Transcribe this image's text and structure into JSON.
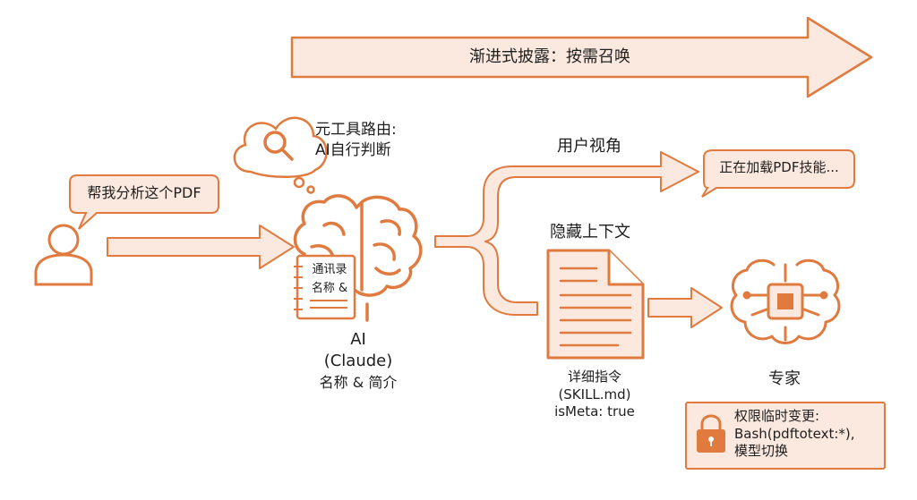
{
  "theme": {
    "accent": "#e07a3f",
    "fill": "#fbe9df",
    "text": "#1e1e1e"
  },
  "banner": {
    "text": "渐进式披露：按需召唤"
  },
  "user": {
    "icon": "user-icon",
    "message": "帮我分析这个PDF"
  },
  "thought": {
    "icon": "magnifier-icon",
    "line1": "元工具路由:",
    "line2": "AI自行判断"
  },
  "ai": {
    "icon": "brain-icon",
    "notebook": {
      "icon": "notebook-icon",
      "line1": "通讯录",
      "line2": "名称 &"
    },
    "name": "AI",
    "model": "(Claude)",
    "caption": "名称 & 简介"
  },
  "user_view": {
    "label": "用户视角",
    "bubble": "正在加载PDF技能..."
  },
  "hidden": {
    "label": "隐藏上下文",
    "icon": "document-icon",
    "line1": "详细指令",
    "line2": "(SKILL.md)",
    "line3": "isMeta: true"
  },
  "expert": {
    "icon": "chip-brain-icon",
    "label": "专家"
  },
  "permission": {
    "icon": "lock-icon",
    "line1": "权限临时变更:",
    "line2": "Bash(pdftotext:*),",
    "line3": "模型切换"
  }
}
